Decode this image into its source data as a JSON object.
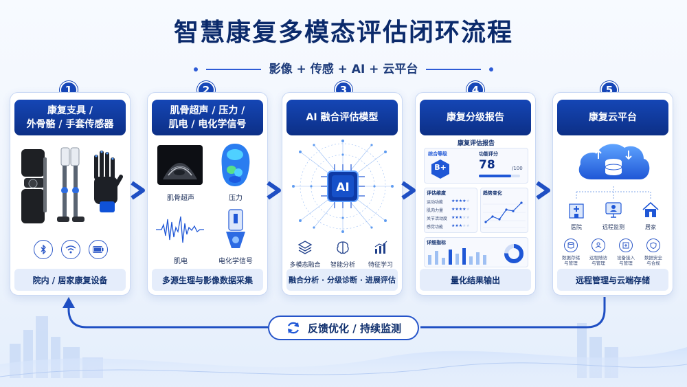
{
  "title": "智慧康复多模态评估闭环流程",
  "subtitle": "影像 + 传感 + AI + 云平台",
  "steps": [
    {
      "number": "1",
      "title_line1": "康复支具 /",
      "title_line2": "外骨骼 / 手套传感器",
      "footer": "院内 / 居家康复设备",
      "icons": [
        "bluetooth-icon",
        "wifi-icon",
        "battery-icon"
      ]
    },
    {
      "number": "2",
      "title_line1": "肌骨超声 / 压力 /",
      "title_line2": "肌电 / 电化学信号",
      "footer": "多源生理与影像数据采集",
      "labels": [
        "肌骨超声",
        "压力",
        "肌电",
        "电化学信号"
      ]
    },
    {
      "number": "3",
      "title_line1": "AI 融合评估模型",
      "chip": "AI",
      "features": [
        "多模态融合",
        "智能分析",
        "特征学习"
      ],
      "footer": "融合分析 · 分级诊断 · 进展评估"
    },
    {
      "number": "4",
      "title_line1": "康复分级报告",
      "footer": "量化结果输出",
      "report": {
        "heading": "康复评估报告",
        "grade_label": "综合等级",
        "grade": "B+",
        "score_label": "功能评分",
        "score": "78",
        "score_max": "/100",
        "score_fraction": 0.78,
        "dimension_title": "评估维度",
        "dimensions": [
          {
            "name": "运动功能",
            "stars": 4
          },
          {
            "name": "肌肉力量",
            "stars": 4
          },
          {
            "name": "关节活动度",
            "stars": 3
          },
          {
            "name": "感觉功能",
            "stars": 3
          }
        ],
        "trend_title": "趋势变化",
        "detail_title": "详细指标"
      }
    },
    {
      "number": "5",
      "title_line1": "康复云平台",
      "footer": "远程管理与云端存储",
      "nodes": [
        "医院",
        "远程监测",
        "居家"
      ],
      "services": [
        {
          "line1": "数据存储",
          "line2": "与管理"
        },
        {
          "line1": "远程随访",
          "line2": "与管理"
        },
        {
          "line1": "设备接入",
          "line2": "与管理"
        },
        {
          "line1": "数据安全",
          "line2": "与合规"
        }
      ]
    }
  ],
  "feedback": "反馈优化 / 持续监测",
  "colors": {
    "primary": "#0c2f86",
    "accent": "#1f57d6",
    "light": "#e5edfb"
  }
}
